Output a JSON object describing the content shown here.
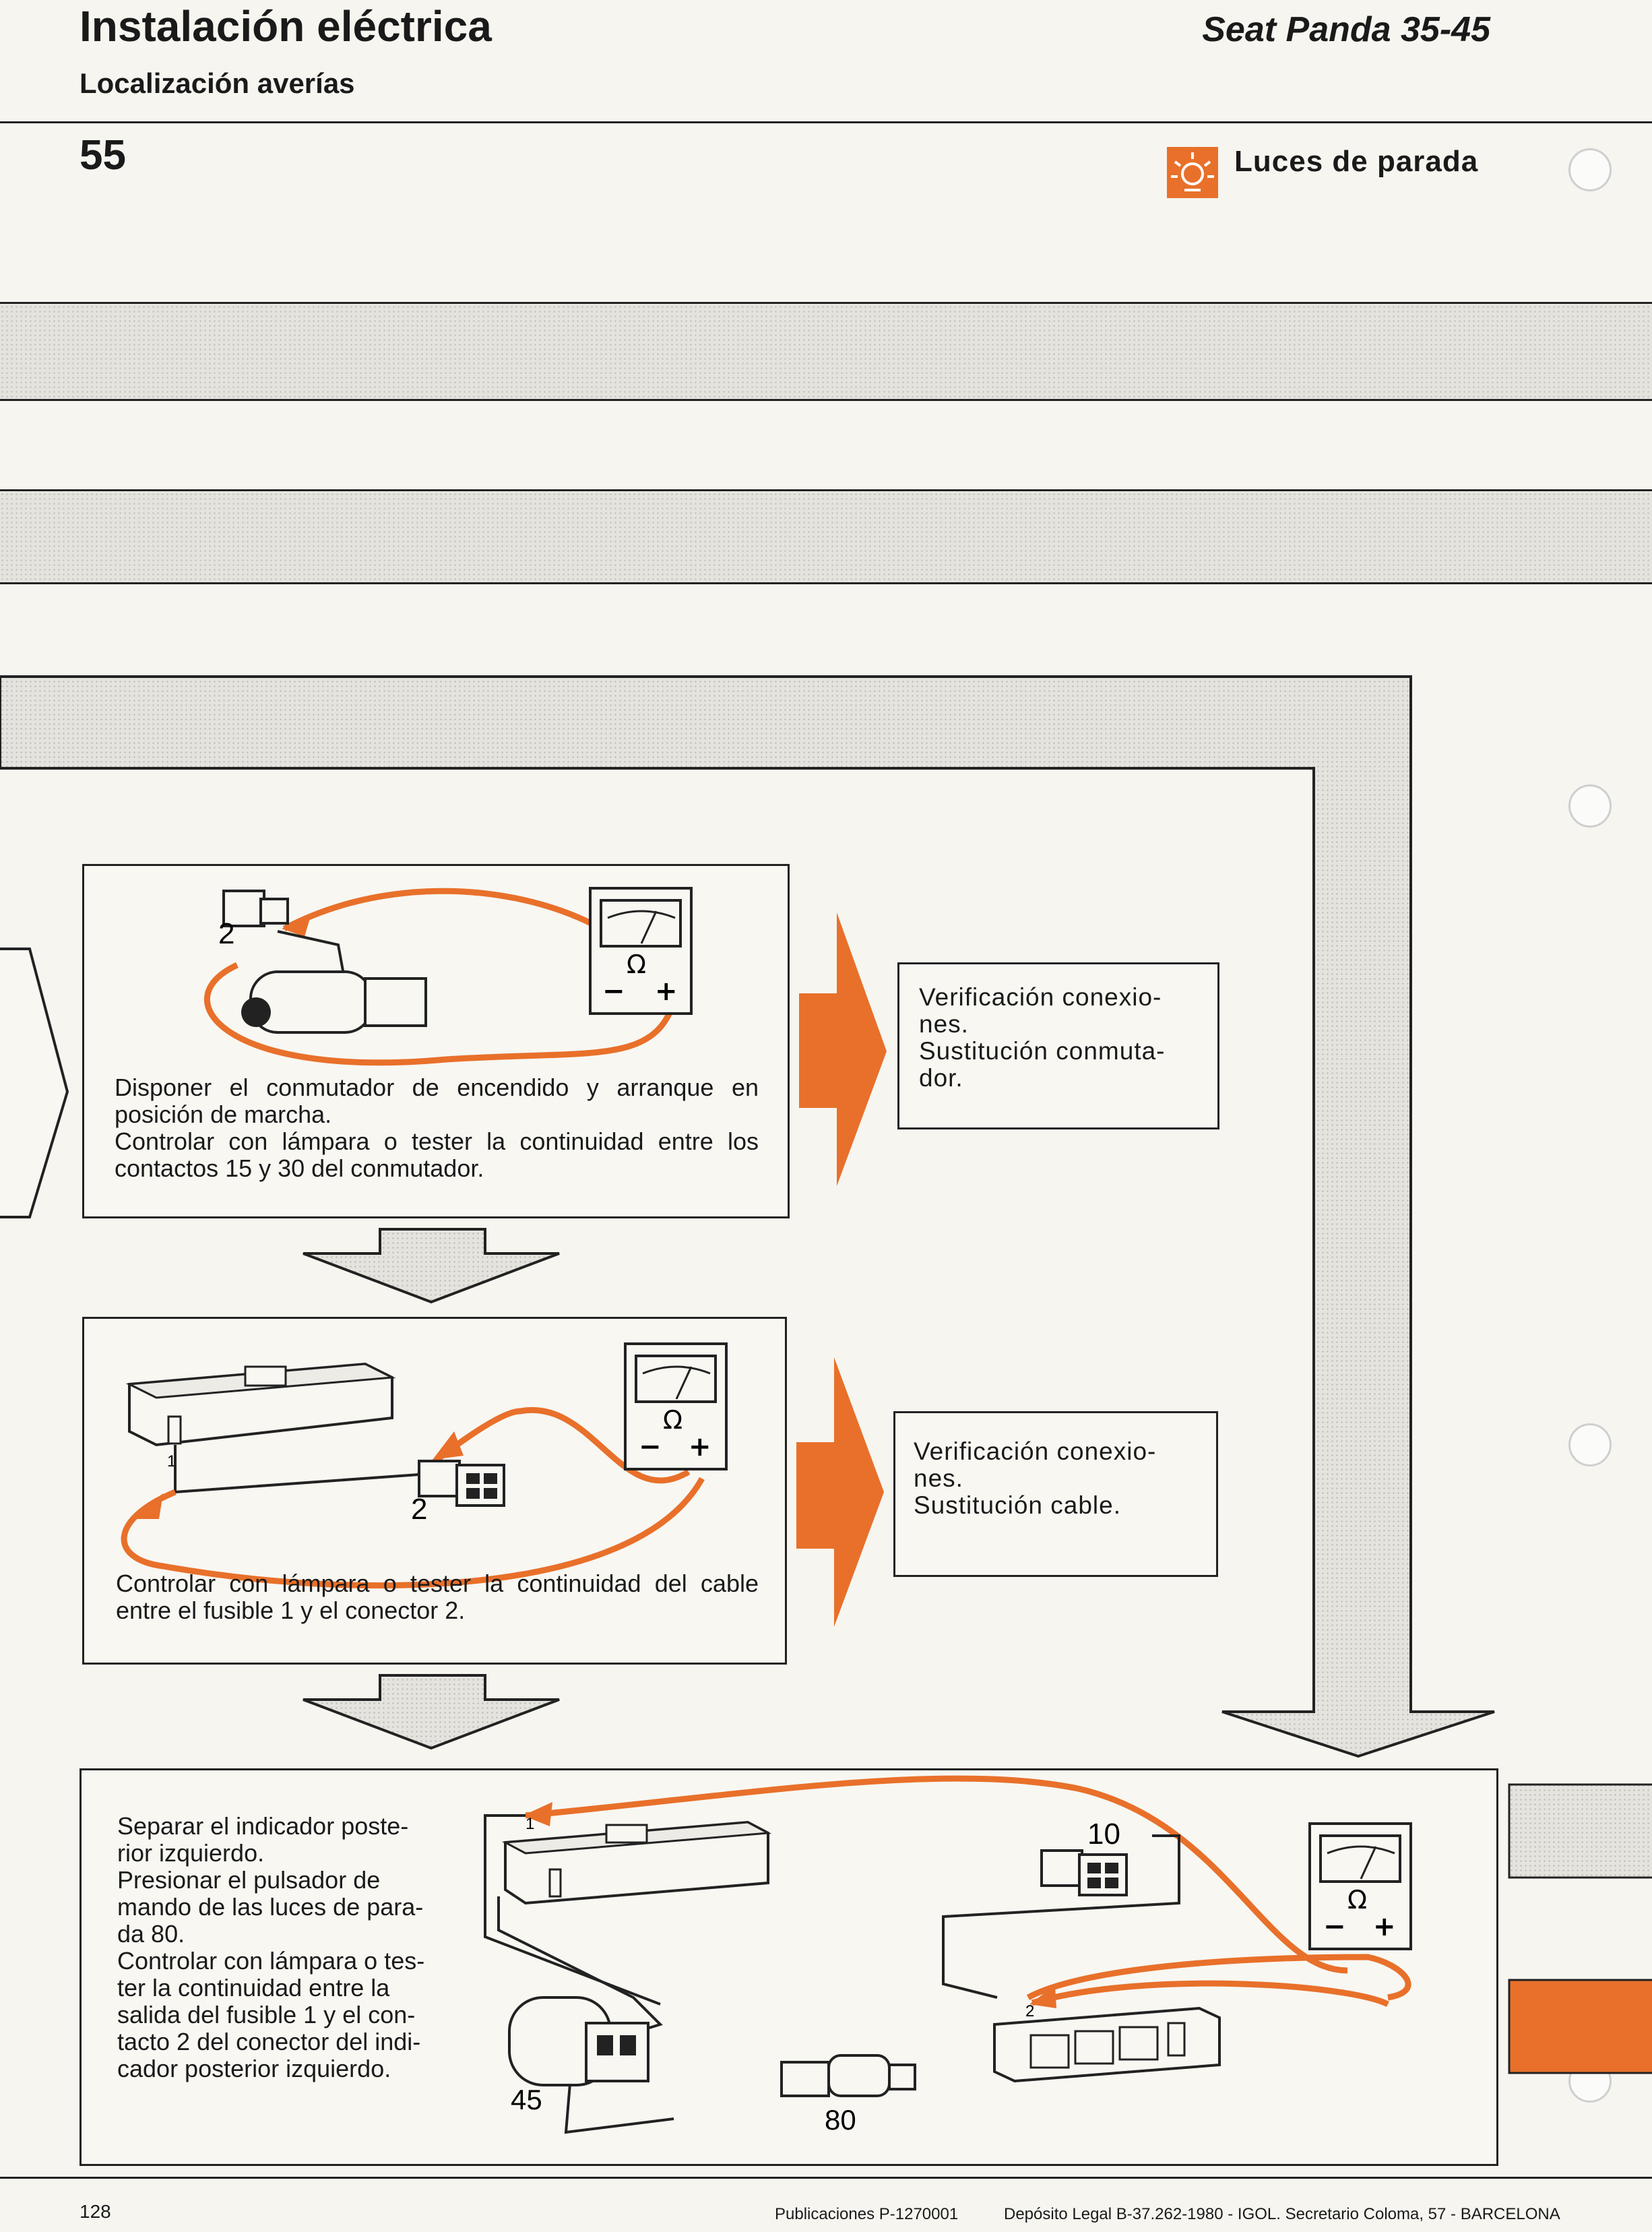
{
  "header": {
    "title": "Instalación eléctrica",
    "subtitle": "Localización averías",
    "model": "Seat Panda 35-45",
    "page_number": "55",
    "section": "Luces de parada",
    "section_icon": "stop-light-icon",
    "accent_color": "#e8702a"
  },
  "steps": [
    {
      "text_lines": [
        "Disponer el conmutador de encendido y arranque en posición de marcha.",
        "Controlar con lámpara o tester la continuidad entre los contactos 15 y 30 del conmutador."
      ],
      "label": "2",
      "meter_symbol": "Ω",
      "minus": "−",
      "plus": "+",
      "result_lines": [
        "Verificación conexio-",
        "nes.",
        "Sustitución conmuta-",
        "dor."
      ]
    },
    {
      "text_lines": [
        "Controlar con lámpara o tester la continuidad del cable entre el fusible 1 y el conector 2."
      ],
      "label_fuse": "1",
      "label_connector": "2",
      "meter_symbol": "Ω",
      "minus": "−",
      "plus": "+",
      "result_lines": [
        "Verificación conexio-",
        "nes.",
        "Sustitución cable."
      ]
    },
    {
      "text_lines": [
        "Separar el indicador poste-",
        "rior izquierdo.",
        "Presionar el pulsador de",
        "mando de las luces de para-",
        "da 80.",
        "Controlar con lámpara o tes-",
        "ter la continuidad entre la",
        "salida del fusible 1 y el con-",
        "tacto 2 del conector del indi-",
        "cador posterior izquierdo."
      ],
      "label_fuse": "1",
      "label_connector": "10",
      "label_lamp": "2",
      "label_relay": "45",
      "label_switch": "80",
      "meter_symbol": "Ω",
      "minus": "−",
      "plus": "+"
    }
  ],
  "footer": {
    "page": "128",
    "publication": "Publicaciones P-1270001",
    "legal": "Depósito Legal B-37.262-1980 - IGOL. Secretario Coloma, 57 - BARCELONA"
  }
}
